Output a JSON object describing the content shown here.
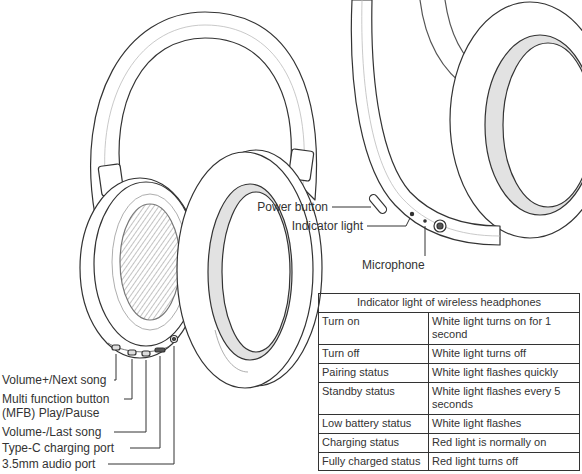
{
  "diagram": {
    "labels": [
      "Volume+/Next song",
      "Multi function button (MFB) Play/Pause",
      "Volume-/Last song",
      "Type-C charging port",
      "3.5mm audio port",
      "Power button",
      "Indicator light",
      "Microphone",
      "Indicator light of wireless headphones",
      "Turn on",
      "White light turns on for 1 second",
      "Turn off",
      "White light turns off",
      "Pairing status",
      "White light flashes quickly",
      "Standby status",
      "White light flashes every 5 seconds",
      "Low battery status",
      "White light flashes",
      "Charging status",
      "Red light is normally on",
      "Fully charged status",
      "Red light turns off"
    ]
  }
}
